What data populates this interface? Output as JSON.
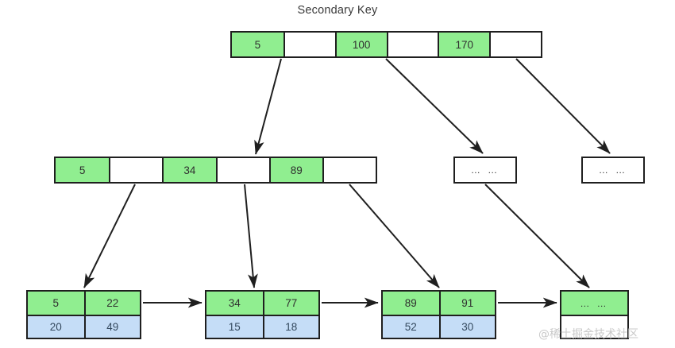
{
  "diagram": {
    "title": "Secondary Key",
    "type": "b-plus-tree",
    "watermark": "@稀土掘金技术社区",
    "colors": {
      "key_fill": "#90ee90",
      "pointer_fill": "#ffffff",
      "value_fill": "#c5ddf7",
      "stroke": "#1f1f1f",
      "text": "#2f2f2f",
      "watermark": "#c9c9c9"
    }
  },
  "root": {
    "label": "root-node",
    "cells": [
      {
        "text": "5",
        "kind": "key"
      },
      {
        "text": "",
        "kind": "pointer"
      },
      {
        "text": "100",
        "kind": "key"
      },
      {
        "text": "",
        "kind": "pointer"
      },
      {
        "text": "170",
        "kind": "key"
      },
      {
        "text": "",
        "kind": "pointer"
      }
    ]
  },
  "internal": {
    "label": "internal-node",
    "cells": [
      {
        "text": "5",
        "kind": "key"
      },
      {
        "text": "",
        "kind": "pointer"
      },
      {
        "text": "34",
        "kind": "key"
      },
      {
        "text": "",
        "kind": "pointer"
      },
      {
        "text": "89",
        "kind": "key"
      },
      {
        "text": "",
        "kind": "pointer"
      }
    ]
  },
  "ellipsis_nodes": [
    {
      "text": "… …"
    },
    {
      "text": "… …"
    }
  ],
  "leaves": [
    {
      "keys": [
        "5",
        "22"
      ],
      "values": [
        "20",
        "49"
      ]
    },
    {
      "keys": [
        "34",
        "77"
      ],
      "values": [
        "15",
        "18"
      ]
    },
    {
      "keys": [
        "89",
        "91"
      ],
      "values": [
        "52",
        "30"
      ]
    },
    {
      "keys": [
        "… …"
      ],
      "values": [
        ""
      ]
    }
  ]
}
